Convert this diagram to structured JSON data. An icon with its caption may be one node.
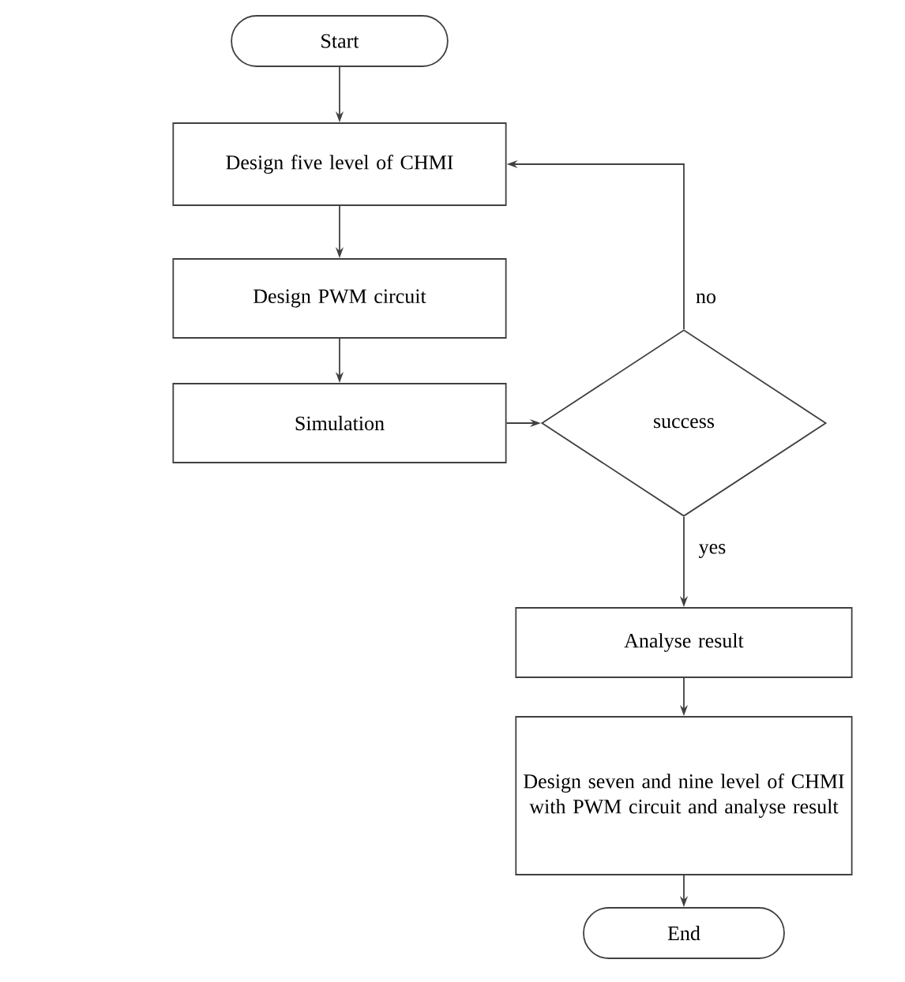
{
  "diagram": {
    "nodes": [
      {
        "text": [
          "Start"
        ]
      },
      {
        "text": [
          "Design five level of CHMI"
        ]
      },
      {
        "text": [
          "Design PWM circuit"
        ]
      },
      {
        "text": [
          "Simulation"
        ]
      },
      {
        "text": [
          "success"
        ]
      },
      {
        "text": [
          "Analyse result"
        ]
      },
      {
        "text": [
          "Design seven and nine level of CHMI with PWM circuit and analyse result"
        ]
      },
      {
        "text": [
          "End"
        ]
      }
    ],
    "edges": [
      {
        "from": 0,
        "to": 1,
        "arrow": "to"
      },
      {
        "from": 1,
        "to": 2,
        "arrow": "to"
      },
      {
        "from": 2,
        "to": 3,
        "arrow": "to"
      },
      {
        "from": 3,
        "to": 4,
        "arrow": "to"
      },
      {
        "from": 4,
        "to": 1,
        "arrow": "to",
        "label": "no"
      },
      {
        "from": 4,
        "to": 5,
        "arrow": "to",
        "label": "yes"
      },
      {
        "from": 5,
        "to": 6,
        "arrow": "to"
      },
      {
        "from": 6,
        "to": 7,
        "arrow": "to"
      }
    ]
  }
}
